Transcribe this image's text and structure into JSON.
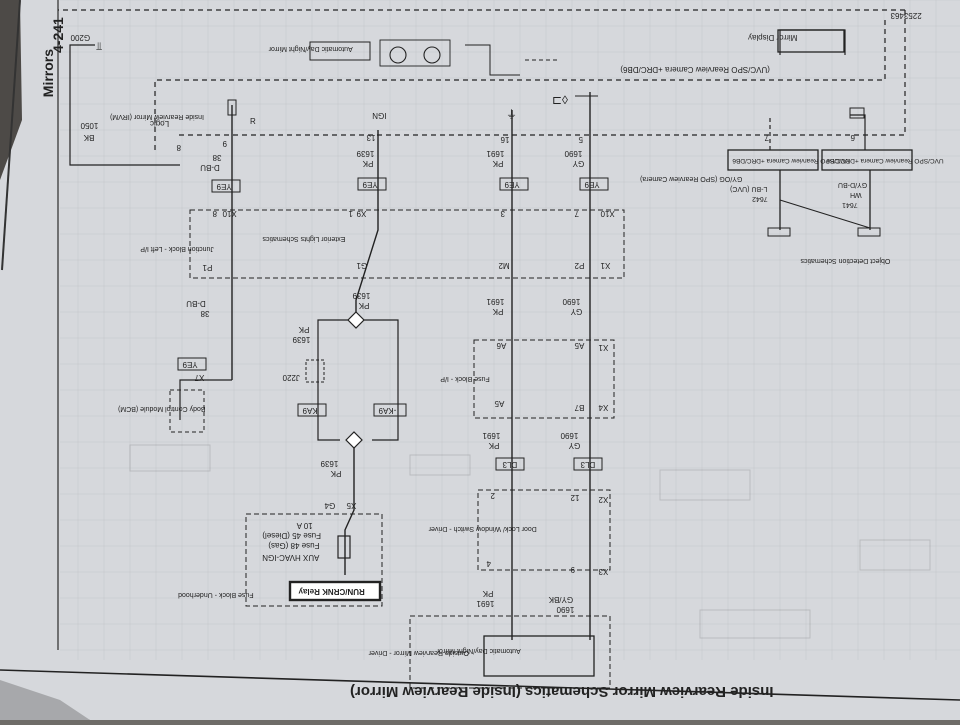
{
  "header": {
    "page_number": "4-241",
    "section": "Mirrors",
    "doc_code": "2253463"
  },
  "footer_title": "Inside Rearview Mirror Schematics (Inside Rearview Mirror)",
  "components": {
    "mirror_display": "Mirror Display",
    "auto_dimming_mirror_top": "Automatic Day/Night Mirror",
    "inside_rearview_mirror_ground": "Inside Rearview Mirror (IRVM)",
    "logic": "Logic",
    "g200": "G200",
    "camera_bus": "(UVC/SPO Rearview Camera +DRC/DB6)",
    "camera_box_left": "UVC/SPO Rearview Camera +DRC/DB6",
    "camera_box_right": "UVC/SPO Rearview Camera +DRC/DB6",
    "object_detection": "Object Detection Schematics",
    "bcm": "Body Control Module (BCM)",
    "junction_block": "Junction Block - Left I/P",
    "exterior_lights": "Exterior Lights Schematics",
    "fuse_block_ip": "Fuse Block - I/P",
    "door_switch": "Door Lock/ Window Switch - Driver",
    "fuse_block_underhood": "Fuse Block - Underhood",
    "aux_hvac_ign": "AUX HVAC-IGN",
    "fuse48": "Fuse 48 (Gas)",
    "fuse45": "Fuse 45 (Diesel)",
    "fuse_amp": "10 A",
    "run_crank_relay": "RUN/CRNK Relay",
    "outside_mirror": "Outside Rearview Mirror - Driver",
    "auto_dimming_mirror_bottom": "Automatic Day/Night Mirror",
    "ign": "IGN",
    "r_label": "R"
  },
  "wires": {
    "w1050": "1050",
    "bk": "BK",
    "w38": "38",
    "dbu": "D-BU",
    "w1639": "1639",
    "pk": "PK",
    "w1691": "1691",
    "w1690": "1690",
    "gy": "GY",
    "gybk": "GY/BK",
    "w7642": "7642",
    "lbu_uvc": "L-BU (UVC)",
    "gyog": "GY/OG (SPO Rearview Camera)",
    "w7641": "7641",
    "wh": "WH",
    "gydbu": "GY/D-BU"
  },
  "connectors": {
    "ye9": "YE9",
    "ka9": "KA9",
    "ka9b": "-KA9",
    "dl3": "DL3",
    "x10": "X10",
    "x9": "X9",
    "x7": "X7",
    "x1": "X1",
    "x4": "X4",
    "x2": "X2",
    "x3": "X3",
    "x5": "X5",
    "g4": "G4",
    "p1": "P1",
    "p2": "P2",
    "m2": "M2",
    "g1": "G1",
    "a5": "A5",
    "a6": "A6",
    "b7": "B7",
    "j220": "J220"
  },
  "pins": {
    "p8": "8",
    "p9": "9",
    "p13": "13",
    "p16": "16",
    "p5": "5",
    "p7": "7",
    "p6": "6",
    "p1": "1",
    "p3": "3",
    "p2": "2",
    "p12": "12",
    "p4": "4",
    "p9b": "9"
  }
}
